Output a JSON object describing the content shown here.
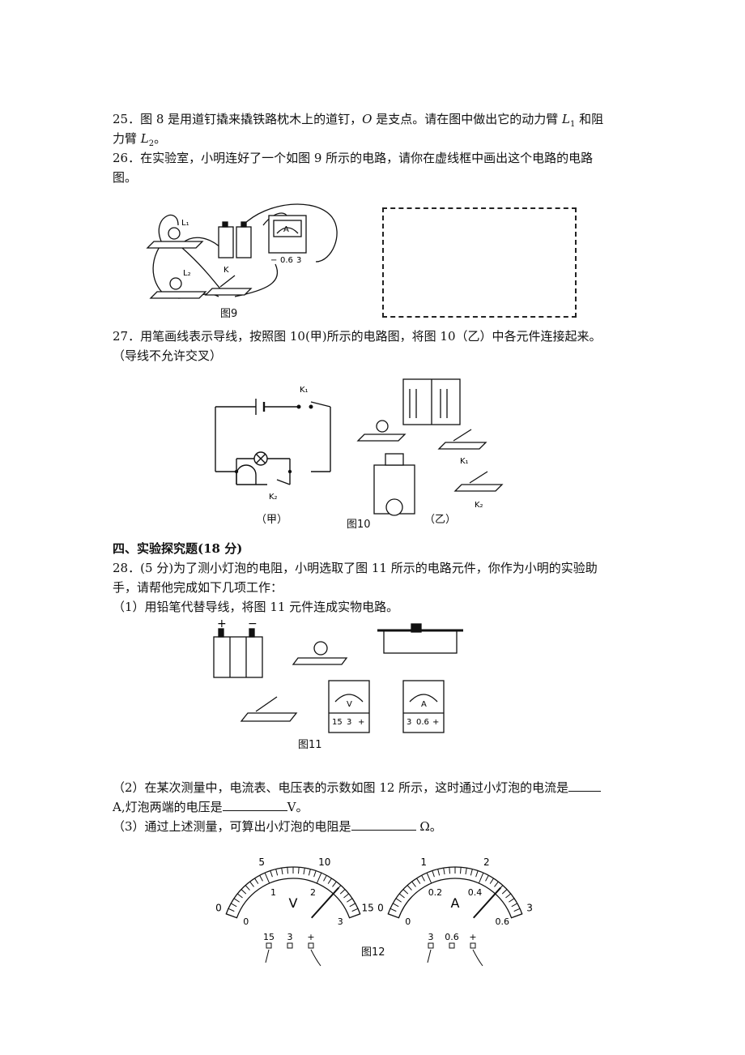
{
  "q25": {
    "line1_a": "25．图 8 是用道钉撬来撬铁路枕木上的道钉，",
    "line1_o": "O",
    "line1_b": " 是支点。请在图中做出它的动力臂 ",
    "l1": "L",
    "l1_sub": "1",
    "line1_c": " 和阻",
    "line2_a": "力臂 ",
    "l2": "L",
    "l2_sub": "2",
    "line2_b": "。"
  },
  "q26": {
    "line1": "26．在实验室，小明连好了一个如图 9 所示的电路，请你在虚线框中画出这个电路的电路",
    "line2": "图。"
  },
  "fig9": {
    "caption": "图9",
    "lamp1": "L₁",
    "lamp2": "L₂",
    "switch": "K",
    "ammeter_terminals": [
      "−",
      "0.6",
      "3"
    ],
    "ammeter_symbol": "A"
  },
  "q27": {
    "line1": "27．用笔画线表示导线，按照图 10(甲)所示的电路图，将图 10（乙）中各元件连接起来。",
    "line2": "（导线不允许交叉）"
  },
  "fig10": {
    "caption": "图10",
    "left_label": "（甲）",
    "right_label": "（乙）",
    "k1": "K₁",
    "k2": "K₂",
    "k1_b": "K₁",
    "k2_b": "K₂"
  },
  "section4": {
    "heading": "四、实验探究题(18 分)"
  },
  "q28": {
    "line1": "28．(5 分)为了测小灯泡的电阻，小明选取了图 11 所示的电路元件，你作为小明的实验助",
    "line2": "手，请帮他完成如下几项工作：",
    "part1": "（1）用铅笔代替导线，将图 11 元件连成实物电路。",
    "part2_a": "（2）在某次测量中，电流表、电压表的示数如图 12 所示，这时通过小灯泡的电流是",
    "part2_b": "A,灯泡两端的电压是",
    "part2_c": "V。",
    "part3_a": "（3）通过上述测量，可算出小灯泡的电阻是",
    "part3_b": " Ω。"
  },
  "fig11": {
    "caption": "图11",
    "battery_terminals": [
      "+",
      "−"
    ],
    "voltmeter_symbol": "V",
    "voltmeter_terminals": [
      "15",
      "3",
      "+"
    ],
    "ammeter_symbol": "A",
    "ammeter_terminals": [
      "3",
      "0.6",
      "+"
    ]
  },
  "fig12": {
    "caption": "图12",
    "voltmeter": {
      "symbol": "V",
      "outer_scale": [
        "0",
        "5",
        "10",
        "15"
      ],
      "inner_scale": [
        "0",
        "1",
        "2",
        "3"
      ],
      "terminals": [
        "15",
        "3",
        "+"
      ],
      "outer_reading": 12.0,
      "outer_max": 15
    },
    "ammeter": {
      "symbol": "A",
      "outer_scale": [
        "0",
        "1",
        "2",
        "3"
      ],
      "inner_scale": [
        "0",
        "0.2",
        "0.4",
        "0.6"
      ],
      "terminals": [
        "3",
        "0.6",
        "+"
      ],
      "outer_reading": 2.4,
      "outer_max": 3
    }
  }
}
